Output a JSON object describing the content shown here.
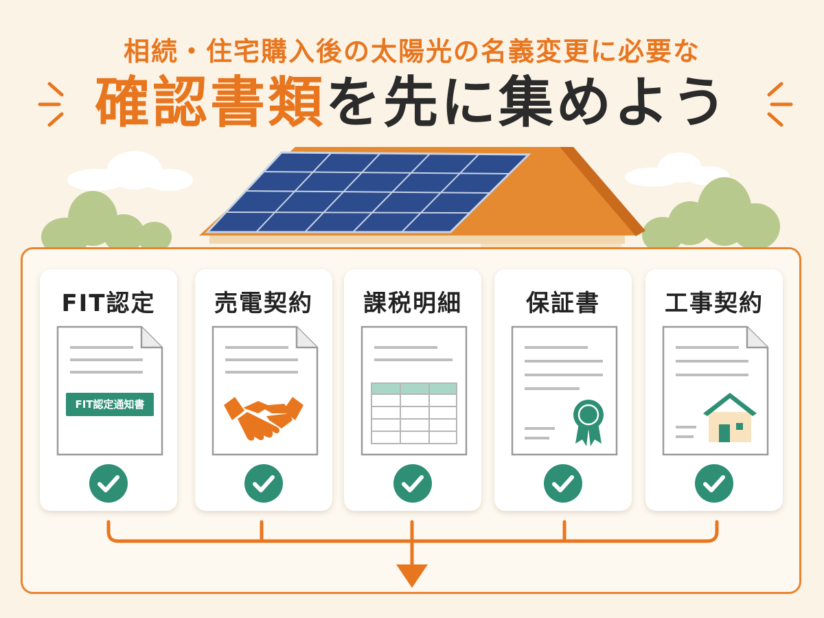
{
  "header": {
    "subtitle": "相続・住宅購入後の太陽光の名義変更に必要な",
    "headline_accent": "確認書類",
    "headline_rest": "を先に集めよう"
  },
  "colors": {
    "accent": "#e8761f",
    "teal": "#2e8f75",
    "panel_border": "#e8842e",
    "background": "#fbf3e6"
  },
  "cards": [
    {
      "title": "FIT認定",
      "badge": "FIT認定通知書",
      "icon": "certificate-label-icon"
    },
    {
      "title": "売電契約",
      "icon": "handshake-icon"
    },
    {
      "title": "課税明細",
      "icon": "table-icon"
    },
    {
      "title": "保証書",
      "icon": "seal-ribbon-icon"
    },
    {
      "title": "工事契約",
      "icon": "house-icon"
    }
  ]
}
